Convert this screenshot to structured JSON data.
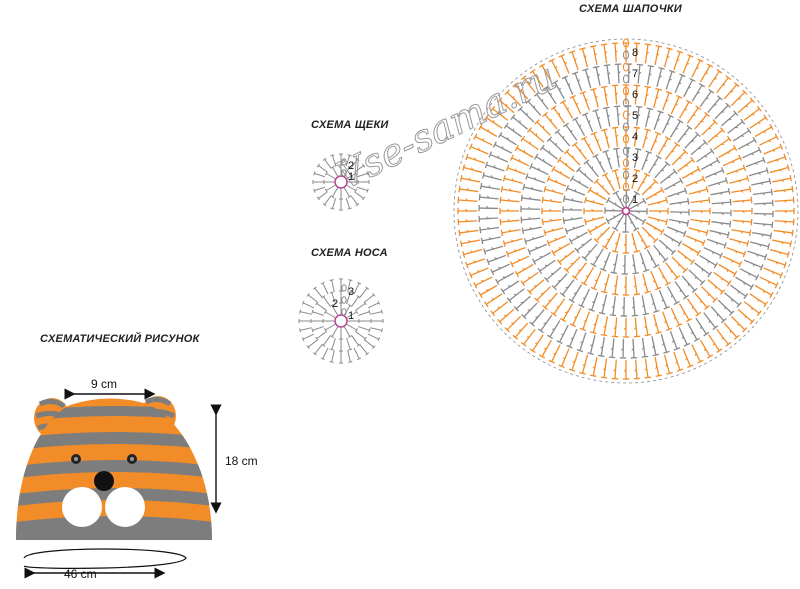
{
  "labels": {
    "hat_scheme": "СХЕМА ШАПОЧКИ",
    "cheek_scheme": "СХЕМА ЩЕКИ",
    "nose_scheme": "СХЕМА НОСА",
    "sketch": "СХЕМАТИЧЕСКИЙ РИСУНОК"
  },
  "dimensions": {
    "ear_width": "9 cm",
    "height": "18 cm",
    "circumference": "46 cm"
  },
  "watermark": "Vse-sama.ru",
  "hat_rows": [
    "1",
    "2",
    "3",
    "4",
    "5",
    "6",
    "7",
    "8"
  ],
  "cheek_rows": [
    "1",
    "2"
  ],
  "nose_rows": [
    "1",
    "2",
    "3"
  ],
  "colors": {
    "orange": "#f28c28",
    "gray": "#7d7d7d",
    "stitch_gray": "#8a8a8a",
    "center_ring": "#c0399a"
  }
}
